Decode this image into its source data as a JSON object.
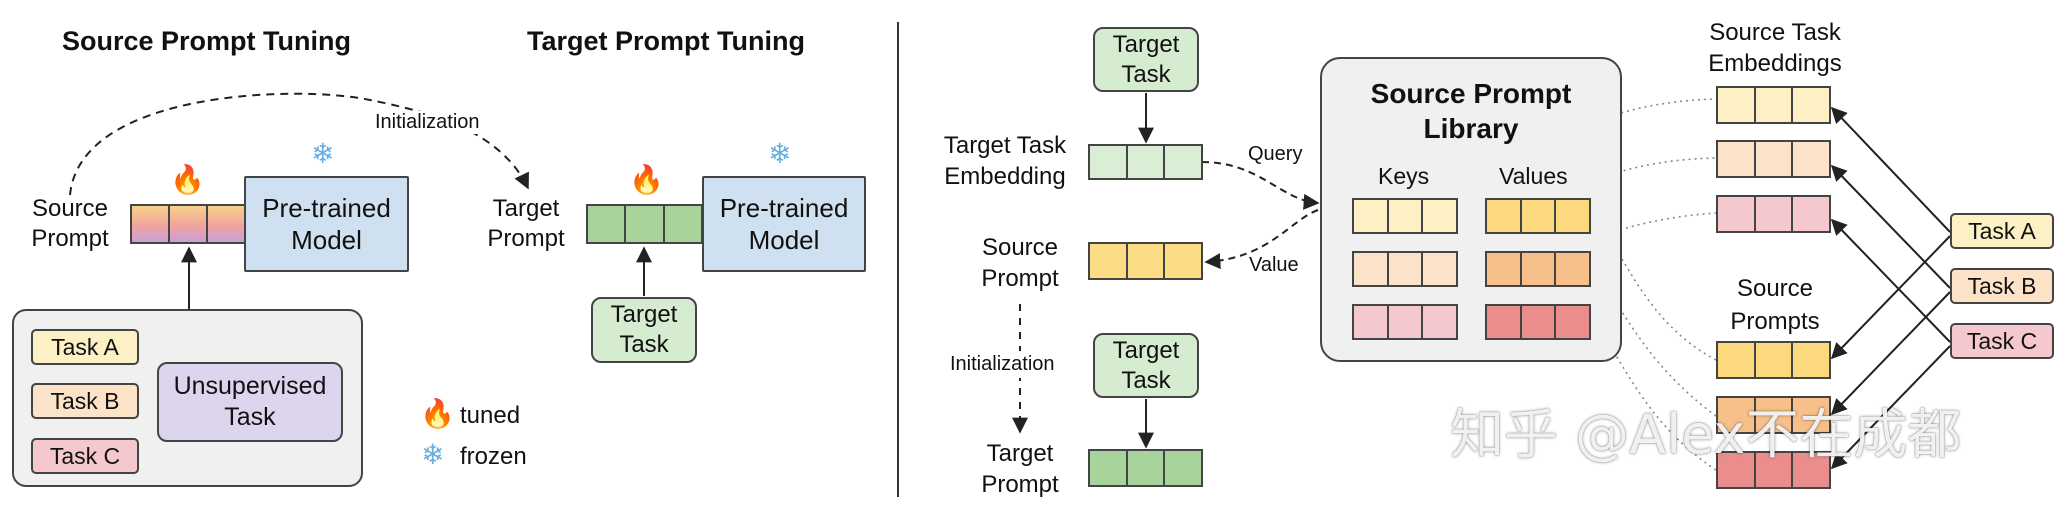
{
  "left": {
    "source_title": "Source Prompt Tuning",
    "target_title": "Target Prompt Tuning",
    "initialization_label": "Initialization",
    "source_prompt_label": "Source\nPrompt",
    "target_prompt_label": "Target\nPrompt",
    "pretrained_model_label": "Pre-trained\nModel",
    "tasks": [
      "Task A",
      "Task B",
      "Task C"
    ],
    "unsupervised_task_label": "Unsupervised\nTask",
    "target_task_label": "Target\nTask",
    "legend": {
      "tuned": "tuned",
      "frozen": "frozen"
    }
  },
  "right": {
    "target_task_top": "Target\nTask",
    "target_task_embedding_label": "Target Task\nEmbedding",
    "query_label": "Query",
    "value_label": "Value",
    "source_prompt_label": "Source\nPrompt",
    "initialization_label": "Initialization",
    "target_task_bottom": "Target\nTask",
    "target_prompt_label": "Target\nPrompt",
    "library_title": "Source Prompt\nLibrary",
    "keys_label": "Keys",
    "values_label": "Values",
    "source_task_embeddings_label": "Source Task\nEmbeddings",
    "source_prompts_label": "Source\nPrompts",
    "tasks": [
      "Task A",
      "Task B",
      "Task C"
    ]
  },
  "watermark": "知乎 @Alex不在成都",
  "colors": {
    "task_a": "#fdf0c4",
    "task_b": "#fce3c8",
    "task_c": "#f4c8cc",
    "model_blue": "#cfe0f1",
    "target_green": "#d6ecd0",
    "green_prompt": "#a7d49a",
    "unsupervised_purple": "#ddd4ee",
    "library_bg": "#f0f0f0",
    "task_box_bg": "#f0f0f0",
    "embed_green": "#d9eed5",
    "source_prompt_yellow": "#fcdc85",
    "key_a": "#fdf0c4",
    "key_b": "#fce3c8",
    "key_c": "#f4c8cc",
    "val_a": "#fcd97d",
    "val_b": "#f7c08a",
    "val_c": "#ea8d8d"
  }
}
